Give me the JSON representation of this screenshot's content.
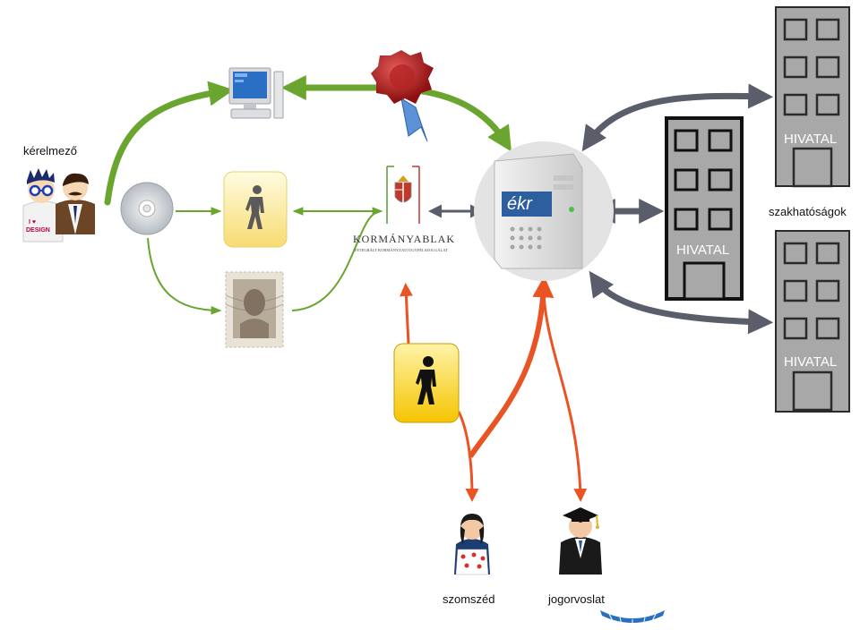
{
  "labels": {
    "applicant": "kérelmező",
    "authorities": "szakhatóságok",
    "neighbor": "szomszéd",
    "legal_remedy": "jogorvoslat"
  },
  "buildings": {
    "office_label": "HIVATAL"
  },
  "kormanyablak": {
    "title": "KORMÁNYABLAK",
    "subtitle": "INTEGRÁLT KORMÁNYZATI ÜGYFÉLSZOLGÁLAT"
  },
  "server": {
    "logo": "ékr"
  },
  "applicant_shirt": {
    "text": "I ♥ DESIGN"
  },
  "colors": {
    "green": "#6aa52f",
    "dark_gray_arrow": "#5a5d6a",
    "orange": "#ea5424",
    "building_gray": "#a9a9a9",
    "server_circle": "#e3e3e3"
  }
}
